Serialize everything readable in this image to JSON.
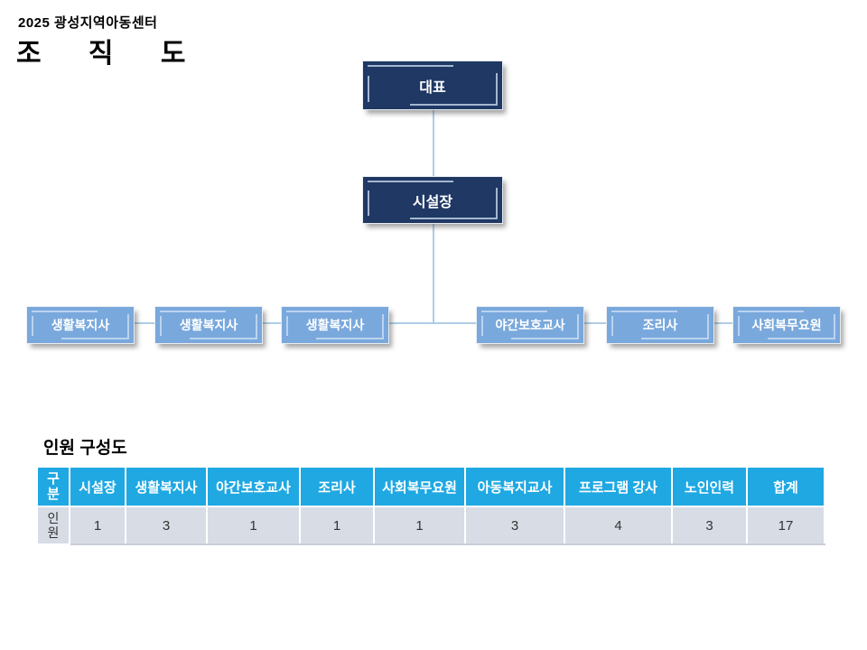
{
  "page": {
    "subtitle": "2025 광성지역아동센터",
    "title": "조 직 도"
  },
  "orgchart": {
    "ceo": "대표",
    "director": "시설장",
    "staff": [
      "생활복지사",
      "생활복지사",
      "생활복지사",
      "야간보호교사",
      "조리사",
      "사회복무요원"
    ]
  },
  "table": {
    "title": "인원 구성도",
    "corner_header": "구분",
    "columns": [
      "시설장",
      "생활복지사",
      "야간보호교사",
      "조리사",
      "사회복무요원",
      "아동복지교사",
      "프로그램 강사",
      "노인인력",
      "합계"
    ],
    "row_label": "인원",
    "values": [
      1,
      3,
      1,
      1,
      1,
      3,
      4,
      3,
      17
    ]
  },
  "colors": {
    "navy_box": "#1f3864",
    "light_blue_box": "#79a8dc",
    "connector_line": "#aecde6",
    "table_header_bg": "#1fa8e2",
    "table_row_bg": "#d7dce5"
  }
}
